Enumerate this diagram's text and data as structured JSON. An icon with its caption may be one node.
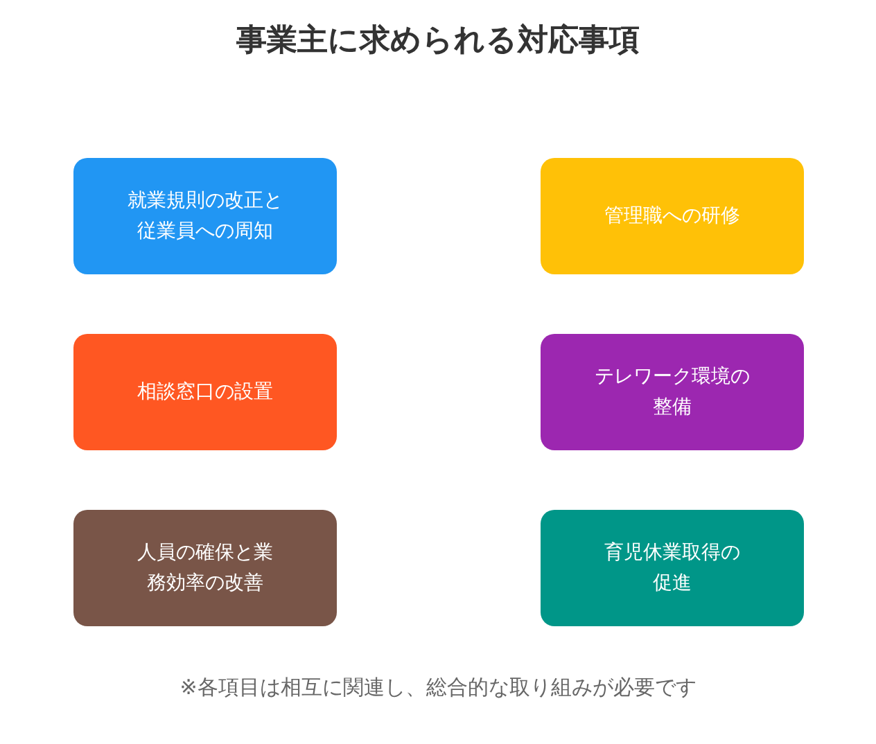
{
  "diagram": {
    "title": "事業主に求められる対応事項",
    "nodes": [
      {
        "text": [
          "就業規則の改正と従業員への周知"
        ]
      },
      {
        "text": [
          "管理職への研修"
        ]
      },
      {
        "text": [
          "相談窓口の設置"
        ]
      },
      {
        "text": [
          "テレワーク環境の整備"
        ]
      },
      {
        "text": [
          "人員の確保と業務効率の改善"
        ]
      },
      {
        "text": [
          "育児休業取得の促進"
        ]
      }
    ],
    "labels": [
      "※各項目は相互に関連し、総合的な取り組みが必要です"
    ]
  }
}
